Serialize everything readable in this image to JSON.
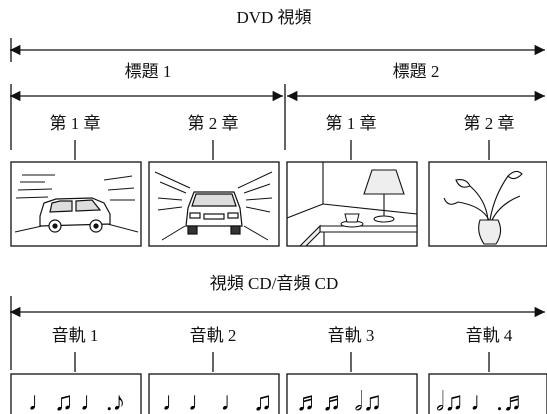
{
  "dvd_section": {
    "title": "DVD 視頻",
    "titles": [
      {
        "label": "標題 1",
        "chapters": [
          "第 1 章",
          "第 2 章"
        ]
      },
      {
        "label": "標題 2",
        "chapters": [
          "第 1 章",
          "第 2 章"
        ]
      }
    ],
    "panels": [
      "car-rear",
      "car-front",
      "room-lamp",
      "plant-vase"
    ]
  },
  "cd_section": {
    "title": "視頻 CD/音頻 CD",
    "tracks": [
      "音軌 1",
      "音軌 2",
      "音軌 3",
      "音軌 4"
    ],
    "panels": [
      "music-notes-1",
      "music-notes-2",
      "music-notes-3",
      "music-notes-4"
    ]
  }
}
